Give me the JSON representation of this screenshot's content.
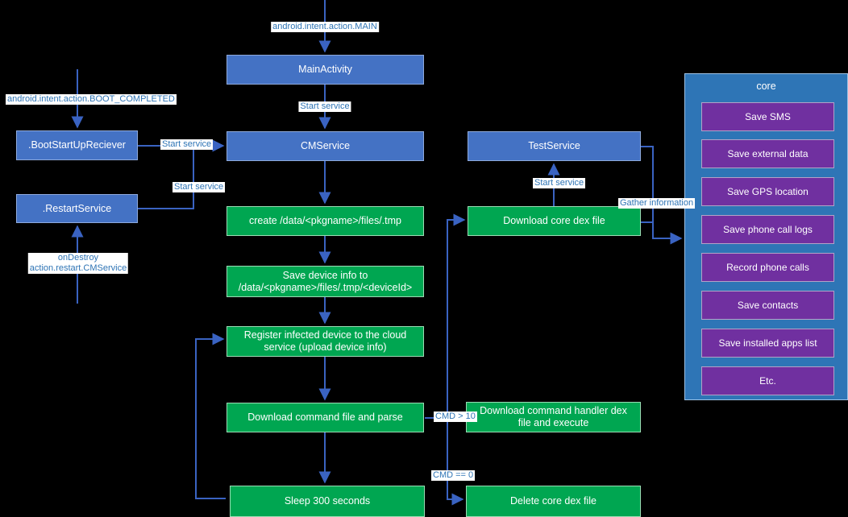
{
  "colors": {
    "background": "#000000",
    "node_blue": "#4472C4",
    "node_blue_border": "#8FAADC",
    "node_green": "#00A651",
    "node_green_border": "#9BDCB4",
    "node_purple": "#7030A0",
    "node_purple_border": "#B3A2C7",
    "panel_blue": "#2E75B6",
    "panel_border": "#9DC3E6",
    "connector": "#3A63C2",
    "edge_label_text": "#2E74B5",
    "edge_label_bg": "#FFFFFF",
    "node_text": "#FFFFFF"
  },
  "nodes": {
    "main_activity": "MainActivity",
    "cm_service": "CMService",
    "boot_receiver": ".BootStartUpReciever",
    "restart_service": ".RestartService",
    "test_service": "TestService",
    "create_tmp": "create /data/<pkgname>/files/.tmp",
    "save_device_info": "Save device info to\n/data/<pkgname>/files/.tmp/<deviceId>",
    "register_device": "Register infected device to the cloud service (upload device info)",
    "download_command": "Download command file and parse",
    "sleep": "Sleep 300 seconds",
    "download_core_dex": "Download core dex file",
    "download_handler_dex": "Download command handler dex file and execute",
    "delete_core_dex": "Delete core dex file"
  },
  "edge_labels": {
    "action_main": "android.intent.action.MAIN",
    "start_service_main": "Start service",
    "boot_completed": "android.intent.action.BOOT_COMPLETED",
    "start_service_boot": "Start service",
    "start_service_restart": "Start service",
    "on_destroy": "onDestroy\naction.restart.CMService",
    "start_service_test": "Start service",
    "gather_information": "Gather information",
    "cmd_gt_10": "CMD > 10",
    "cmd_eq_0": "CMD == 0"
  },
  "core_panel": {
    "title": "core",
    "items": [
      "Save SMS",
      "Save external data",
      "Save GPS location",
      "Save phone call logs",
      "Record phone calls",
      "Save contacts",
      "Save installed apps list",
      "Etc."
    ]
  }
}
